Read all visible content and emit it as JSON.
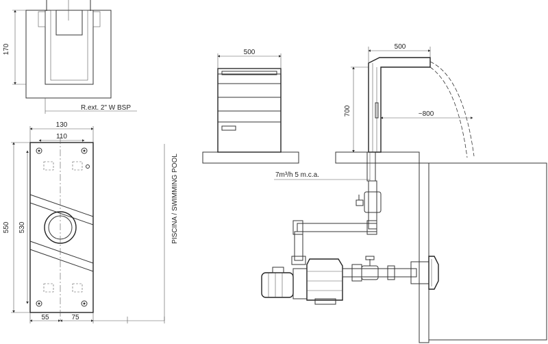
{
  "colors": {
    "line": "#333333",
    "concrete": "#eeeeee",
    "water": "#ffffff",
    "background": "#ffffff"
  },
  "dimensions": {
    "top_height": "170",
    "thread_note": "R.ext. 2\" W BSP",
    "plate_outer_width": "130",
    "plate_inner_width": "110",
    "plate_outer_height": "550",
    "plate_inner_height": "530",
    "plate_bottom_left": "55",
    "plate_bottom_right": "75",
    "box_width": "500",
    "spout_width": "500",
    "spout_height": "700",
    "jet_reach": "~800"
  },
  "labels": {
    "pool_side": "PISCINA / SWIMMING POOL",
    "flow_note": "7m³/h 5 m.c.a."
  }
}
